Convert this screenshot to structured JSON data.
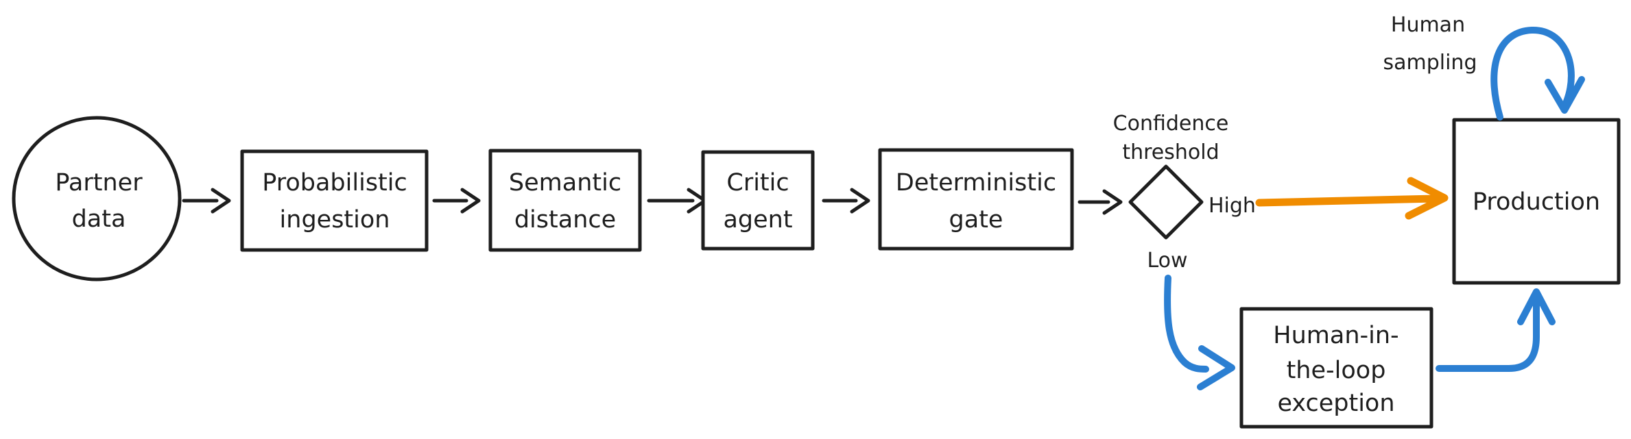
{
  "colors": {
    "ink": "#1e1e1e",
    "blue": "#2b7fd2",
    "orange": "#f08c00",
    "background": "#ffffff"
  },
  "nodes": {
    "partner_data": {
      "shape": "ellipse",
      "lines": [
        "Partner",
        "data"
      ]
    },
    "probabilistic_ingestion": {
      "shape": "rectangle",
      "lines": [
        "Probabilistic",
        "ingestion"
      ]
    },
    "semantic_distance": {
      "shape": "rectangle",
      "lines": [
        "Semantic",
        "distance"
      ]
    },
    "critic_agent": {
      "shape": "rectangle",
      "lines": [
        "Critic",
        "agent"
      ]
    },
    "deterministic_gate": {
      "shape": "rectangle",
      "lines": [
        "Deterministic",
        "gate"
      ]
    },
    "confidence_threshold": {
      "shape": "diamond",
      "lines": [
        "Confidence",
        "threshold"
      ]
    },
    "human_in_the_loop_exception": {
      "shape": "rectangle",
      "lines": [
        "Human-in-",
        "the-loop",
        "exception"
      ]
    },
    "production": {
      "shape": "rectangle",
      "lines": [
        "Production"
      ]
    }
  },
  "labels": {
    "high": "High",
    "low": "Low",
    "human_sampling": {
      "lines": [
        "Human",
        "sampling"
      ]
    }
  },
  "edges": [
    {
      "from": "partner_data",
      "to": "probabilistic_ingestion",
      "label": "",
      "color": "#1e1e1e"
    },
    {
      "from": "probabilistic_ingestion",
      "to": "semantic_distance",
      "label": "",
      "color": "#1e1e1e"
    },
    {
      "from": "semantic_distance",
      "to": "critic_agent",
      "label": "",
      "color": "#1e1e1e"
    },
    {
      "from": "critic_agent",
      "to": "deterministic_gate",
      "label": "",
      "color": "#1e1e1e"
    },
    {
      "from": "deterministic_gate",
      "to": "confidence_threshold",
      "label": "",
      "color": "#1e1e1e"
    },
    {
      "from": "confidence_threshold",
      "to": "production",
      "label": "High",
      "color": "#f08c00"
    },
    {
      "from": "confidence_threshold",
      "to": "human_in_the_loop_exception",
      "label": "Low",
      "color": "#2b7fd2"
    },
    {
      "from": "human_in_the_loop_exception",
      "to": "production",
      "label": "",
      "color": "#2b7fd2"
    },
    {
      "from": "production",
      "to": "production",
      "label": "Human sampling",
      "color": "#2b7fd2"
    }
  ]
}
